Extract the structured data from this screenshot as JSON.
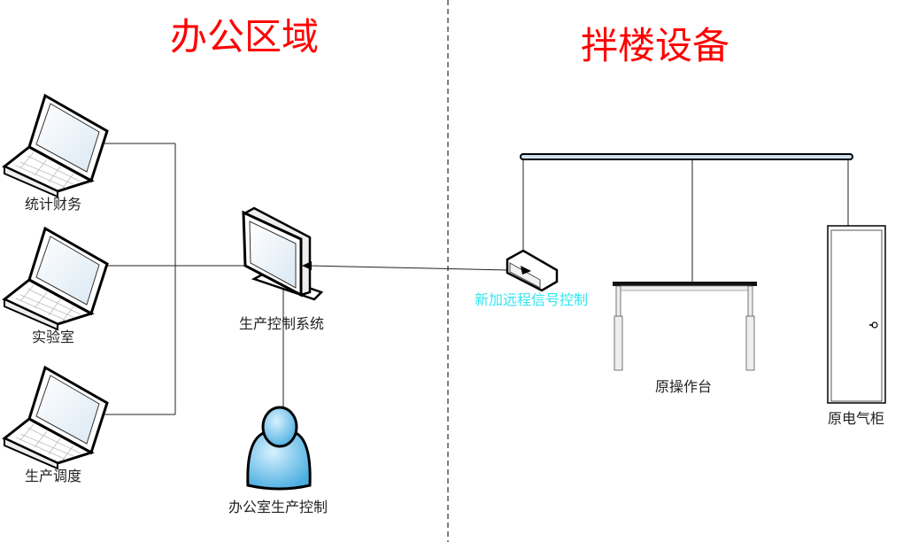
{
  "zones": {
    "office": "办公区域",
    "plant": "拌楼设备"
  },
  "nodes": {
    "laptop1": "统计财务",
    "laptop2": "实验室",
    "laptop3": "生产调度",
    "monitor": "生产控制系统",
    "person": "办公室生产控制",
    "switch": "新加远程信号控制",
    "table": "原操作台",
    "cabinet": "原电气柜"
  },
  "colors": {
    "title": "#ff0000",
    "switch_label": "#33e6f0",
    "person": "#6cc4ee"
  }
}
